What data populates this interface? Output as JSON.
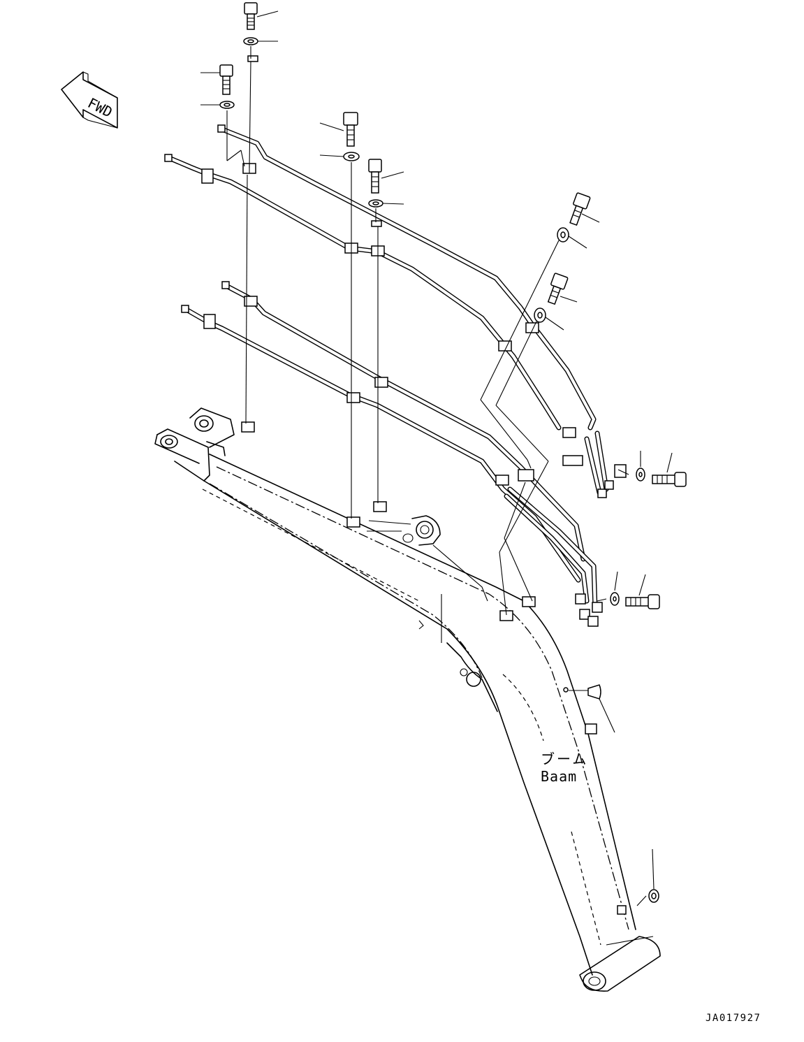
{
  "direction_marker": {
    "text": "FWD"
  },
  "boom_label": {
    "japanese": "ブーム",
    "english": "Baam"
  },
  "drawing_code": "JA017927",
  "icons": [
    "fwd-arrow-icon",
    "bolt-icon",
    "washer-icon",
    "clamp-icon",
    "grease-fitting-icon",
    "plug-icon"
  ]
}
